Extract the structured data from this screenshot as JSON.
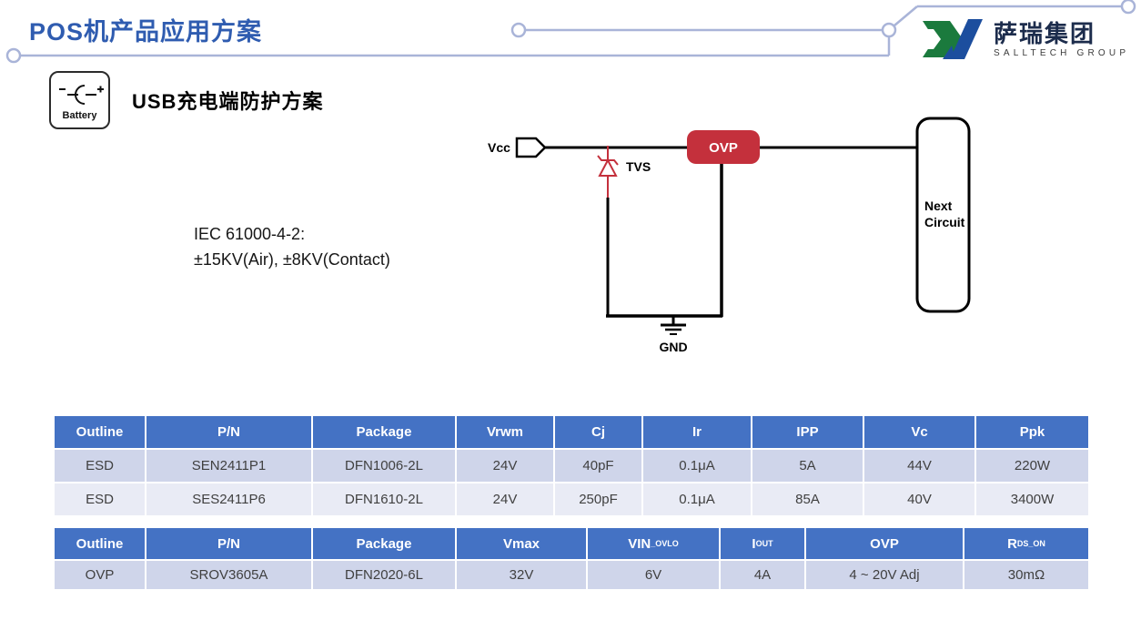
{
  "slide": {
    "title": "POS机产品应用方案"
  },
  "logo": {
    "cn": "萨瑞集团",
    "en": "SALLTECH GROUP"
  },
  "section": {
    "battery_label": "Battery",
    "heading": "USB充电端防护方案"
  },
  "standard": {
    "line1": "IEC 61000-4-2:",
    "line2": "±15KV(Air), ±8KV(Contact)"
  },
  "diagram": {
    "vcc": "Vcc",
    "tvs": "TVS",
    "ovp": "OVP",
    "gnd": "GND",
    "next1": "Next",
    "next2": "Circuit"
  },
  "colors": {
    "title_blue": "#2f5cb0",
    "table_header_blue": "#4472c4",
    "row_dark": "#cfd5ea",
    "row_light": "#e9ebf5",
    "diagram_red": "#c4303c",
    "trace_line": "#a9b4d8",
    "logo_green": "#1b7a3d",
    "logo_blue": "#1c4e9e"
  },
  "tables": [
    {
      "headers": [
        "Outline",
        "P/N",
        "Package",
        "Vrwm",
        "Cj",
        "Ir",
        "IPP",
        "Vc",
        "Ppk"
      ],
      "rows": [
        [
          "ESD",
          "SEN2411P1",
          "DFN1006-2L",
          "24V",
          "40pF",
          "0.1μA",
          "5A",
          "44V",
          "220W"
        ],
        [
          "ESD",
          "SES2411P6",
          "DFN1610-2L",
          "24V",
          "250pF",
          "0.1μA",
          "85A",
          "40V",
          "3400W"
        ]
      ]
    },
    {
      "headers": [
        {
          "main": "Outline",
          "sub": ""
        },
        {
          "main": "P/N",
          "sub": ""
        },
        {
          "main": "Package",
          "sub": ""
        },
        {
          "main": "Vmax",
          "sub": ""
        },
        {
          "main": "VIN",
          "sub": "_OVLO"
        },
        {
          "main": "I",
          "sub": "OUT"
        },
        {
          "main": "OVP",
          "sub": ""
        },
        {
          "main": "R",
          "sub": "DS_ON"
        }
      ],
      "rows": [
        [
          "OVP",
          "SROV3605A",
          "DFN2020-6L",
          "32V",
          "6V",
          "4A",
          "4 ~ 20V Adj",
          "30mΩ"
        ]
      ]
    }
  ]
}
